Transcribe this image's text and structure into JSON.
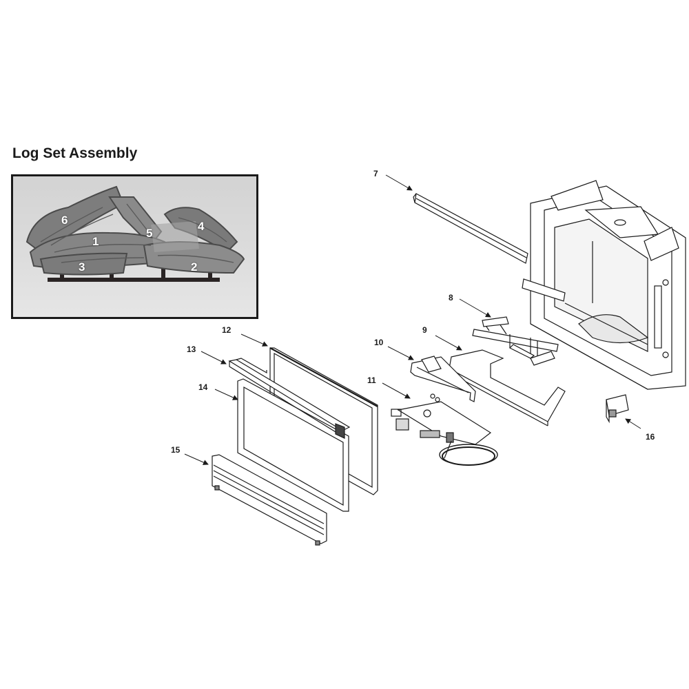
{
  "title": "Log Set Assembly",
  "log_labels": [
    "1",
    "2",
    "3",
    "4",
    "5",
    "6"
  ],
  "callouts": [
    "7",
    "8",
    "9",
    "10",
    "11",
    "12",
    "13",
    "14",
    "15",
    "16"
  ]
}
